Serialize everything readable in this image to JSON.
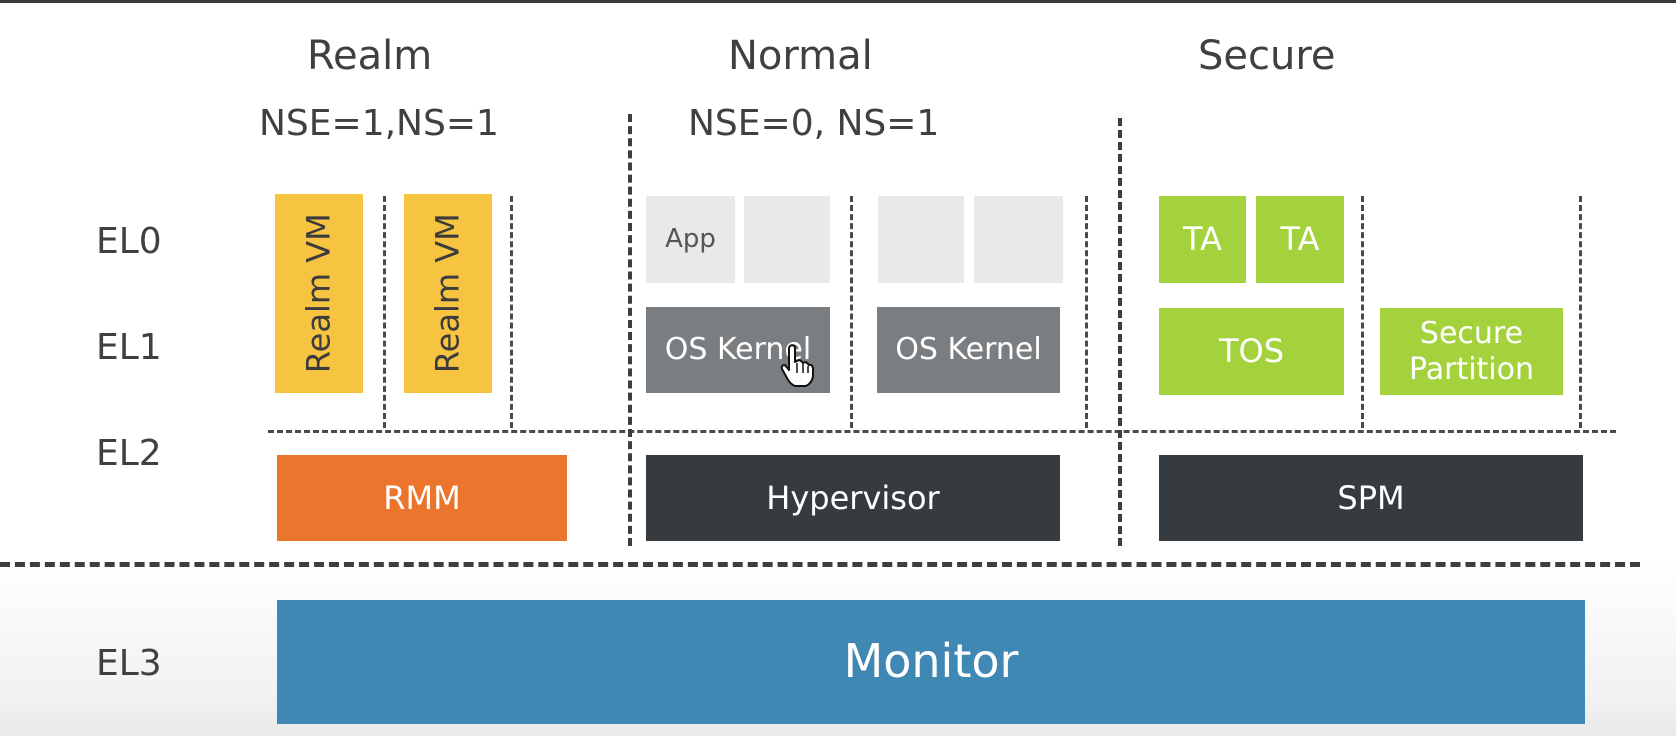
{
  "worlds": {
    "realm": {
      "title": "Realm",
      "config": "NSE=1,NS=1"
    },
    "normal": {
      "title": "Normal",
      "config": "NSE=0, NS=1"
    },
    "secure": {
      "title": "Secure"
    }
  },
  "levels": {
    "el0": "EL0",
    "el1": "EL1",
    "el2": "EL2",
    "el3": "EL3"
  },
  "realm": {
    "vm1": "Realm VM",
    "vm2": "Realm VM",
    "rmm": "RMM"
  },
  "normal": {
    "app": "App",
    "kernel1": "OS Kernel",
    "kernel2": "OS Kernel",
    "hypervisor": "Hypervisor"
  },
  "secure": {
    "ta1": "TA",
    "ta2": "TA",
    "tos": "TOS",
    "partition_line1": "Secure",
    "partition_line2": "Partition",
    "spm": "SPM"
  },
  "monitor": "Monitor",
  "colors": {
    "realm_vm": "#f7c442",
    "rmm": "#ec752e",
    "normal_el0": "#e8eaea",
    "os_kernel": "#7b7e80",
    "secure_green": "#a3d23c",
    "dark_boxes": "#363b40",
    "monitor": "#3f88b4"
  },
  "icons": {
    "cursor": "hand-pointer-icon"
  }
}
